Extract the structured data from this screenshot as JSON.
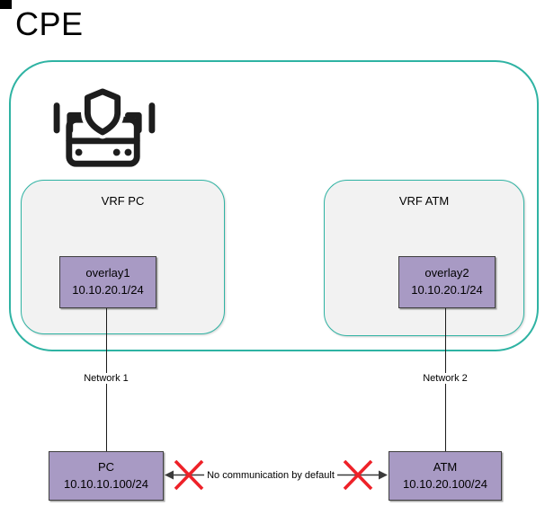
{
  "title": "CPE",
  "colors": {
    "accent_teal": "#2fb3a3",
    "node_purple": "#a89ac4",
    "vrf_gray": "#f2f2f2",
    "blocked_red": "#ee2128",
    "line_dark": "#3b3b3b",
    "icon_black": "#1d1d1d"
  },
  "icons": {
    "router_shield": "router-shield-icon",
    "blocked": "red-x-icon",
    "arrow": "double-headed-arrow"
  },
  "cpe": {
    "vrfs": [
      {
        "name": "VRF PC",
        "interface": {
          "name": "overlay1",
          "ip": "10.10.20.1/24"
        }
      },
      {
        "name": "VRF ATM",
        "interface": {
          "name": "overlay2",
          "ip": "10.10.20.1/24"
        }
      }
    ]
  },
  "links": {
    "network1": "Network 1",
    "network2": "Network 2",
    "blocked_label": "No communication by default"
  },
  "devices": [
    {
      "name": "PC",
      "ip": "10.10.10.100/24"
    },
    {
      "name": "ATM",
      "ip": "10.10.20.100/24"
    }
  ]
}
